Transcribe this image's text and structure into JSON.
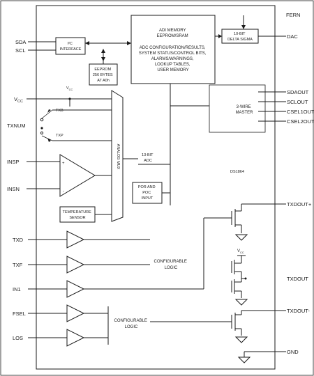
{
  "pins": {
    "fern": "FERN",
    "sda": "SDA",
    "scl": "SCL",
    "vcc_left": "V",
    "vcc_left_sub": "CC",
    "txnum": "TXNUM",
    "insp": "INSP",
    "insn": "INSN",
    "txd": "TXD",
    "txf": "TXF",
    "in1": "IN1",
    "fsel": "FSEL",
    "los": "LOS",
    "dac": "DAC",
    "sdaout": "SDAOUT",
    "sclout": "SCLOUT",
    "csel1out": "CSEL1OUT",
    "csel2out": "CSEL2OUT",
    "txdout_plus": "TXDOUT+",
    "txdout": "TXDOUT",
    "txdout_minus": "TXDOUT-",
    "gnd": "GND"
  },
  "blocks": {
    "adi_memory": [
      "ADI MEMORY",
      "EEPROM/SRAM",
      "",
      "ADC CONFIGURATION/RESULTS,",
      "SYSTEM STATUS/CONTROL BITS,",
      "ALARMS/WARNINGS,",
      "LOOKUP TABLES,",
      "USER MEMORY"
    ],
    "i2c": [
      "I²C",
      "INTERFACE"
    ],
    "eeprom": [
      "EEPROM",
      "256 BYTES",
      "AT A0h"
    ],
    "delta_sigma": [
      "10-BIT",
      "DELTA SIGMA"
    ],
    "three_wire": [
      "3-WIRE",
      "MASTER"
    ],
    "adc": [
      "13-BIT",
      "ADC"
    ],
    "por": [
      "POR AND",
      "POC",
      "INPUT"
    ],
    "temp": [
      "TEMPERATURE",
      "SENSOR"
    ],
    "mux": "ANALOG MUX",
    "part": "DS1864",
    "config_logic_1": [
      "CONFIGURABLE",
      "LOGIC"
    ],
    "config_logic_2": [
      "CONFIGURABLE",
      "LOGIC"
    ],
    "vcc_mux": "V",
    "vcc_mux_sub": "CC",
    "vcc_right": "V",
    "vcc_right_sub": "CC",
    "txb": "TXB",
    "txp": "TXP",
    "plus": "+",
    "minus": "-"
  }
}
